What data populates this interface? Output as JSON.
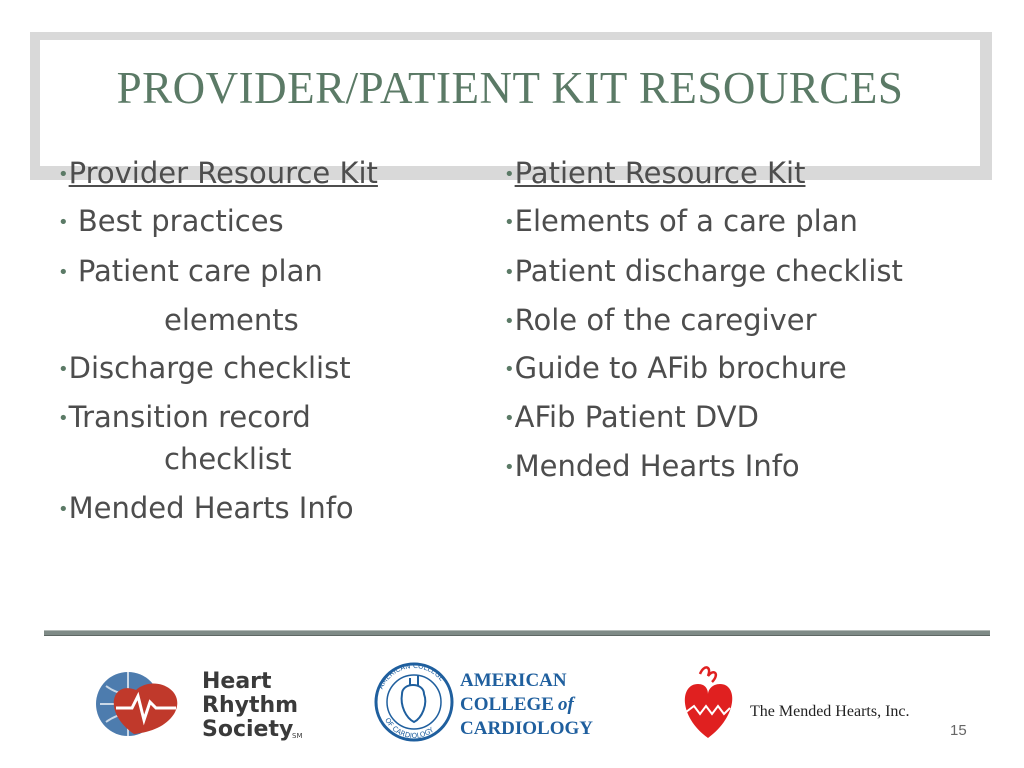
{
  "slide": {
    "title": "PROVIDER/PATIENT KIT RESOURCES",
    "page_number": "15"
  },
  "left_column": {
    "heading": "Provider Resource Kit",
    "items": [
      "Best practices",
      "Patient care plan",
      "elements",
      "Discharge checklist",
      "Transition record",
      "checklist",
      "Mended Hearts Info"
    ]
  },
  "right_column": {
    "heading": "Patient Resource Kit",
    "items": [
      "Elements of a care plan",
      "Patient discharge checklist",
      "Role of the caregiver",
      "Guide to AFib brochure",
      "AFib Patient DVD",
      "Mended Hearts Info"
    ]
  },
  "logos": {
    "hrs": {
      "line1": "Heart",
      "line2": "Rhythm",
      "line3": "Society",
      "mark": "SM"
    },
    "acc": {
      "line1": "AMERICAN",
      "line2a": "COLLEGE",
      "line2b": "of",
      "line3": "CARDIOLOGY",
      "seal_top": "AMERICAN COLLEGE",
      "seal_bottom": "OF CARDIOLOGY"
    },
    "mended": {
      "name": "The Mended Hearts, Inc."
    }
  },
  "colors": {
    "title": "#5b7a66",
    "body": "#4d4d4d",
    "hrs_red": "#c0392b",
    "acc_blue": "#1f5f9e",
    "mended_red": "#e02020"
  }
}
